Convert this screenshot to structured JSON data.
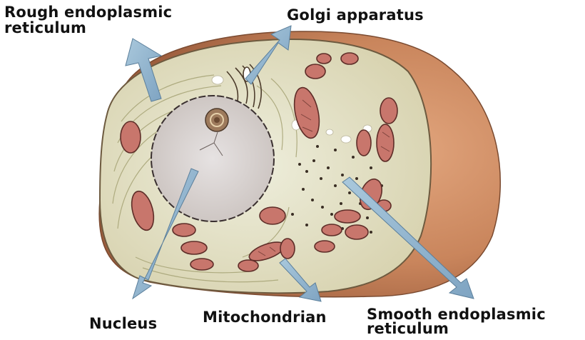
{
  "labels": {
    "rough_er_line1": "Rough endoplasmic",
    "rough_er_line2": "reticulum",
    "golgi": "Golgi apparatus",
    "nucleus": "Nucleus",
    "mitochondrian": "Mitochondrian",
    "smooth_er_line1": "Smooth endoplasmic",
    "smooth_er_line2": "reticulum"
  },
  "colors": {
    "cytoplasm": "#e6e2c6",
    "membrane_edge": "#b07a52",
    "outer_surface": "#c98a62",
    "nucleus": "#d8d2cf",
    "mitochondria": "#c8766c",
    "arrow": "#8fb4cf"
  }
}
